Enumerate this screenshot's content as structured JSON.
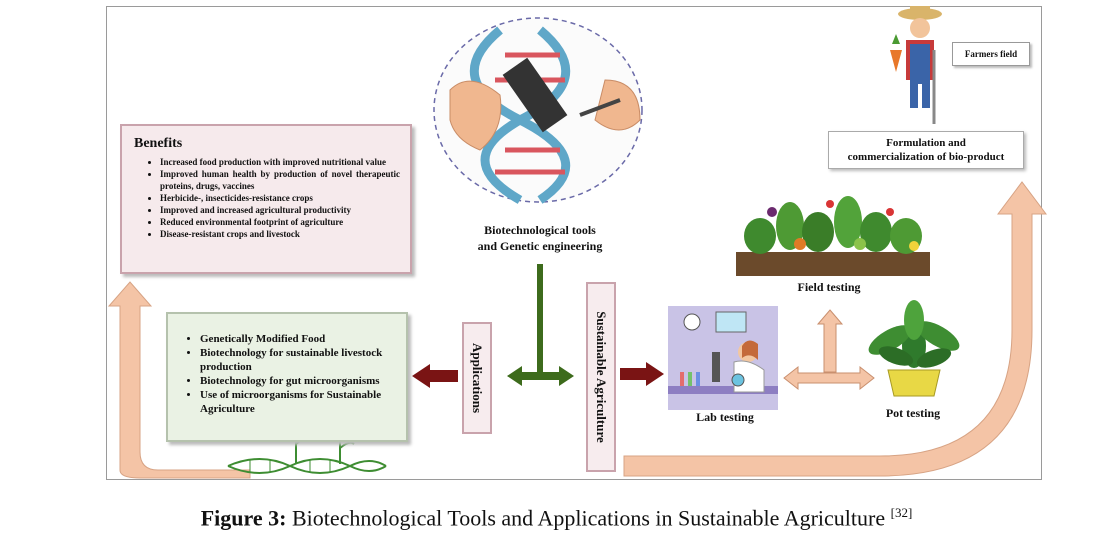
{
  "benefits": {
    "title": "Benefits",
    "items": [
      "Increased food production with improved nutritional value",
      "Improved human health by production of novel therapeutic proteins, drugs, vaccines",
      "Herbicide-, insecticides-resistance crops",
      "Improved and increased agricultural productivity",
      "Reduced environmental footprint of agriculture",
      "Disease-resistant crops and livestock"
    ]
  },
  "applications_list": [
    "Genetically Modified Food",
    "Biotechnology for sustainable livestock production",
    "Biotechnology for gut microorganisms",
    "Use of microorganisms for Sustainable Agriculture"
  ],
  "labels": {
    "applications": "Applications",
    "sustainable_agriculture": "Sustainable Agriculture",
    "biotech_line1": "Biotechnological tools",
    "biotech_line2": "and Genetic engineering",
    "lab_testing": "Lab testing",
    "pot_testing": "Pot testing",
    "field_testing": "Field testing",
    "formulation_line1": "Formulation and",
    "formulation_line2": "commercialization of bio-product",
    "farmers_field": "Farmers field"
  },
  "caption": {
    "label": "Figure 3:",
    "text": " Biotechnological Tools and Applications in Sustainable Agriculture ",
    "ref": "[32]"
  },
  "colors": {
    "dark_red_arrow": "#7a1414",
    "green_arrow": "#3d6b1c",
    "peach_arrow": "#f4c4a6",
    "benefits_bg": "#f6eaec",
    "applications_bg": "#eaf2e4"
  }
}
